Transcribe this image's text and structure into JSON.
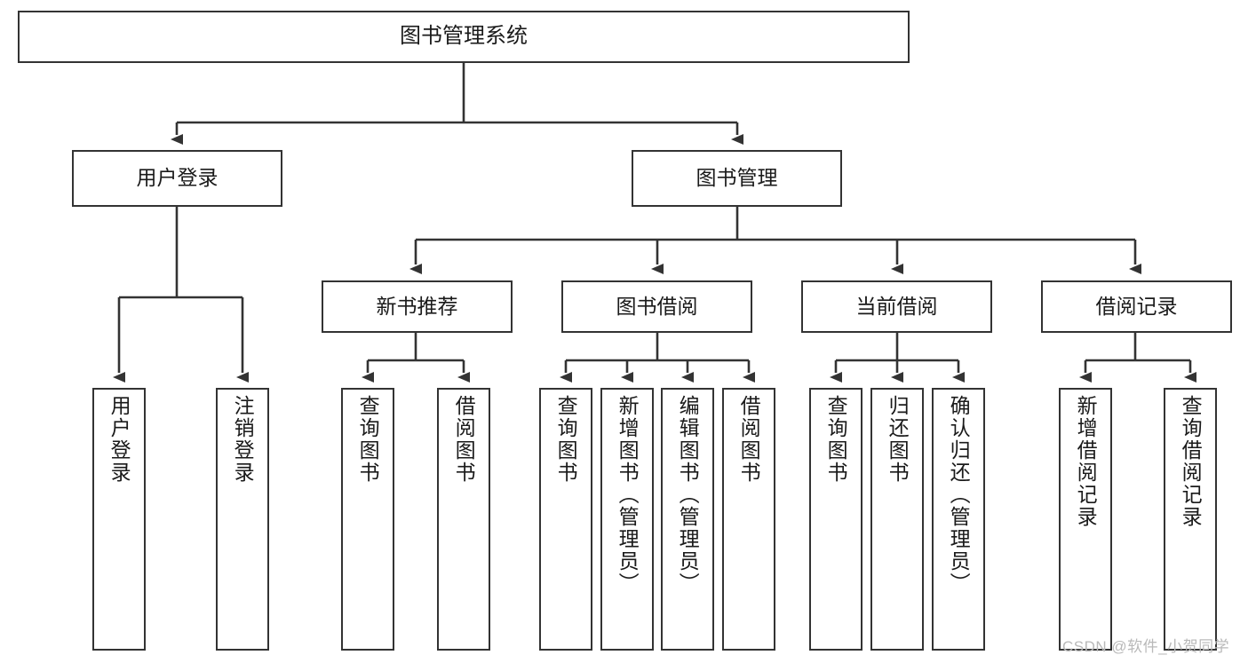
{
  "diagram": {
    "type": "tree",
    "title": "图书管理系统",
    "watermark": "CSDN @软件_小贺同学",
    "colors": {
      "box_border": "#333333",
      "box_fill": "#ffffff",
      "edge": "#333333",
      "text": "#1a1a1a",
      "watermark": "#b9b9b9"
    },
    "nodes": {
      "root": {
        "label": "图书管理系统"
      },
      "level2": [
        {
          "id": "user-login",
          "label": "用户登录"
        },
        {
          "id": "book-management",
          "label": "图书管理"
        }
      ],
      "level3": [
        {
          "id": "new-book-recommend",
          "label": "新书推荐"
        },
        {
          "id": "book-borrow",
          "label": "图书借阅"
        },
        {
          "id": "current-borrow",
          "label": "当前借阅"
        },
        {
          "id": "borrow-record",
          "label": "借阅记录"
        }
      ],
      "leaves": {
        "user-login": [
          {
            "id": "leaf-user-login",
            "label": "用户登录"
          },
          {
            "id": "leaf-user-logout",
            "label": "注销登录"
          }
        ],
        "new-book-recommend": [
          {
            "id": "leaf-query-book-1",
            "label": "查询图书"
          },
          {
            "id": "leaf-borrow-book-1",
            "label": "借阅图书"
          }
        ],
        "book-borrow": [
          {
            "id": "leaf-query-book-2",
            "label": "查询图书"
          },
          {
            "id": "leaf-add-book",
            "label": "新增图书（管理员）"
          },
          {
            "id": "leaf-edit-book",
            "label": "编辑图书（管理员）"
          },
          {
            "id": "leaf-borrow-book-2",
            "label": "借阅图书"
          }
        ],
        "current-borrow": [
          {
            "id": "leaf-query-book-3",
            "label": "查询图书"
          },
          {
            "id": "leaf-return-book",
            "label": "归还图书"
          },
          {
            "id": "leaf-confirm-return",
            "label": "确认归还（管理员）"
          }
        ],
        "borrow-record": [
          {
            "id": "leaf-add-record",
            "label": "新增借阅记录"
          },
          {
            "id": "leaf-query-record",
            "label": "查询借阅记录"
          }
        ]
      }
    }
  }
}
